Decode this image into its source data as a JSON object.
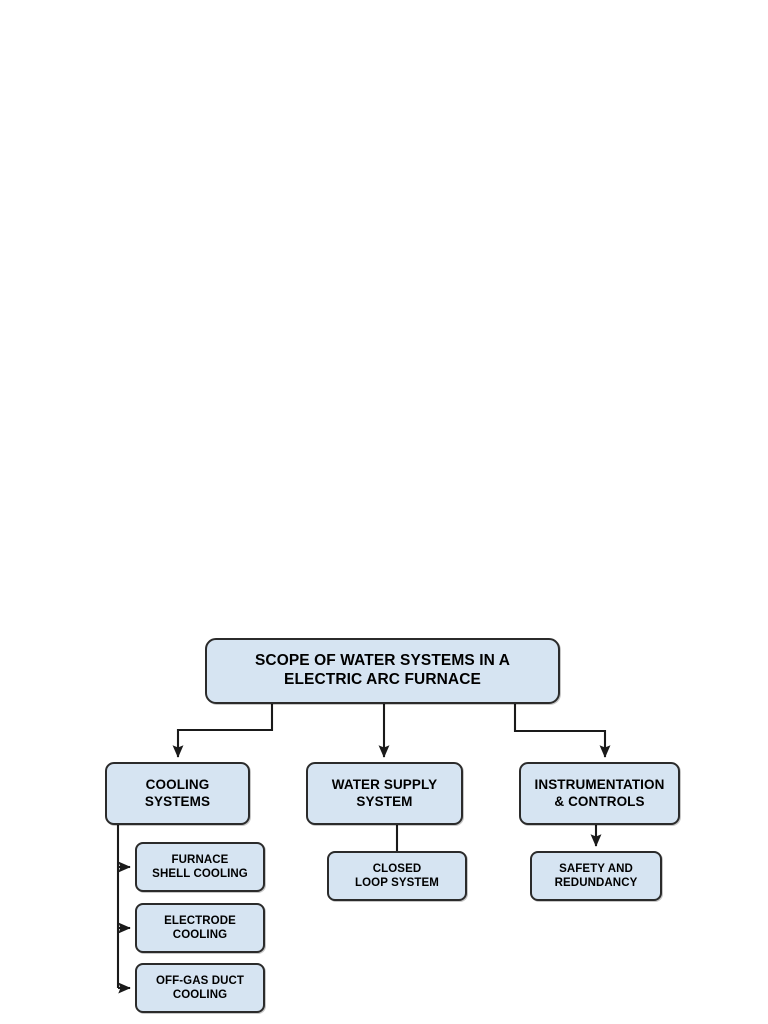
{
  "diagram": {
    "type": "hierarchy-flowchart",
    "title": "SCOPE OF WATER SYSTEMS IN A\nELECTRIC ARC FURNACE",
    "colors": {
      "node_fill": "#d6e4f2",
      "node_border": "#2b2b2b",
      "connector": "#1a1a1a",
      "text": "#000000",
      "background": "#ffffff"
    },
    "root": {
      "id": "root",
      "label": "SCOPE OF WATER SYSTEMS IN A\nELECTRIC ARC FURNACE"
    },
    "branches": [
      {
        "id": "cooling-systems",
        "label": "COOLING\nSYSTEMS",
        "connector_style": "elbow-left-arrow",
        "children": [
          {
            "id": "furnace-shell-cooling",
            "label": "FURNACE\nSHELL COOLING",
            "connector_style": "spine-right-arrow"
          },
          {
            "id": "electrode-cooling",
            "label": "ELECTRODE\nCOOLING",
            "connector_style": "spine-right-arrow"
          },
          {
            "id": "off-gas-duct-cooling",
            "label": "OFF-GAS DUCT\nCOOLING",
            "connector_style": "spine-right-arrow"
          }
        ]
      },
      {
        "id": "water-supply-system",
        "label": "WATER SUPPLY\nSYSTEM",
        "connector_style": "straight-arrow",
        "children": [
          {
            "id": "closed-loop-system",
            "label": "CLOSED\nLOOP SYSTEM",
            "connector_style": "straight-plain"
          }
        ]
      },
      {
        "id": "instrumentation-and-controls",
        "label": "INSTRUMENTATION\n& CONTROLS",
        "connector_style": "elbow-right-arrow",
        "children": [
          {
            "id": "safety-and-redundancy",
            "label": "SAFETY AND\nREDUNDANCY",
            "connector_style": "straight-arrow"
          }
        ]
      }
    ]
  }
}
